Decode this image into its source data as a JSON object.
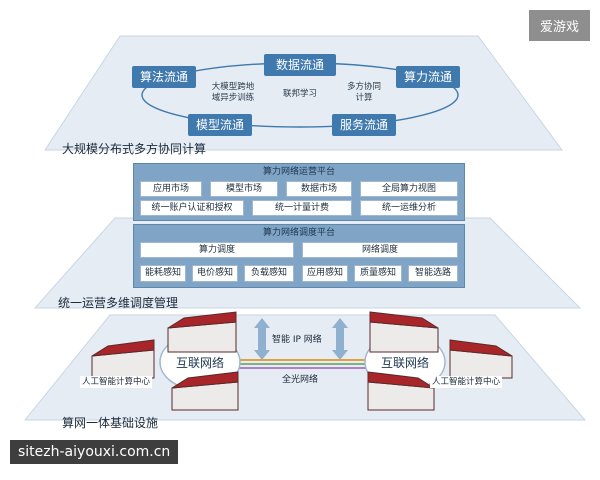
{
  "badge": "爱游戏",
  "watermark": "sitezh-aiyouxi.com.cn",
  "top_layer": {
    "label": "大规模分布式多方协同计算",
    "flows": {
      "data": "数据流通",
      "algorithm": "算法流通",
      "compute": "算力流通",
      "model": "模型流通",
      "service": "服务流通"
    },
    "notes": {
      "cross_domain": [
        "大模型跨地",
        "域异步训练"
      ],
      "federated": "联邦学习",
      "multiparty": [
        "多方协同",
        "计算"
      ]
    }
  },
  "middle_layer": {
    "label": "统一运营多维调度管理",
    "ops_platform": {
      "title": "算力网络运营平台",
      "row1": [
        "应用市场",
        "模型市场",
        "数据市场",
        "全局算力视图"
      ],
      "row2": [
        "统一账户认证和授权",
        "统一计量计费",
        "统一运维分析"
      ]
    },
    "dispatch_platform": {
      "title": "算力网络调度平台",
      "compute_dispatch": "算力调度",
      "network_dispatch": "网络调度",
      "sensors": [
        "能耗感知",
        "电价感知",
        "负载感知",
        "应用感知",
        "质量感知",
        "智能选路"
      ]
    }
  },
  "bottom_layer": {
    "label": "算网一体基础设施",
    "ip_network": "智能 IP 网络",
    "optical_network": "全光网络",
    "clouds": [
      "互联网络",
      "互联网络"
    ],
    "dc_labels": [
      "人工智能计算中心",
      "人工智能计算中心"
    ]
  },
  "colors": {
    "flow_box": "#3f79ad",
    "plane": "#e4ebf3",
    "panel": "#7fa4c6",
    "arrow": "#8fb0cf"
  }
}
